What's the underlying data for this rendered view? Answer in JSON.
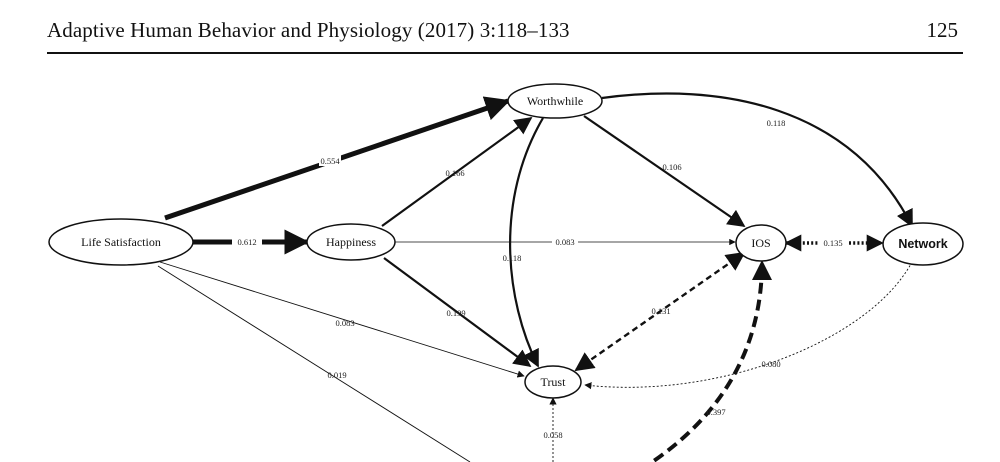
{
  "header": {
    "journal": "Adaptive Human Behavior and Physiology (2017) 3:118–133",
    "page": "125"
  },
  "diagram": {
    "nodes": {
      "life_satisfaction": "Life Satisfaction",
      "happiness": "Happiness",
      "worthwhile": "Worthwhile",
      "ios": "IOS",
      "network": "Network",
      "trust": "Trust"
    },
    "paths": {
      "ls_worthwhile": "0.554",
      "ls_happiness": "0.612",
      "happiness_worthwhile": "0.166",
      "worthwhile_ios": "0.106",
      "worthwhile_network": "0.118",
      "happiness_ios": "0.083",
      "ios_network": "0.135",
      "worthwhile_trust": "0.118",
      "ls_trust": "0.083",
      "happiness_trust": "0.199",
      "ios_trust": "0.131",
      "network_trust": "0.080",
      "ls_lower": "0.019",
      "lower_ios": "0.397",
      "lower_trust": "0.058"
    }
  }
}
